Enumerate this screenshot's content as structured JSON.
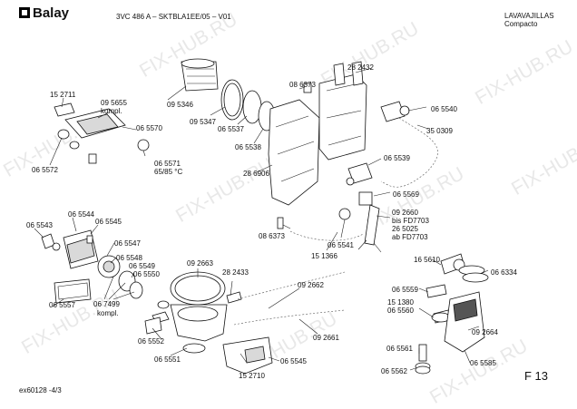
{
  "header": {
    "brand": "Balay",
    "model_line": "3VC 486 A – SKTBLA1EE/05 – V01",
    "category": "LAVAVAJILLAS",
    "subcategory": "Compacto"
  },
  "watermark": "FIX-HUB.RU",
  "footer": {
    "code": "ex60128 -4/3",
    "figure": "F 13"
  },
  "labels": {
    "p152711": "15 2711",
    "p095655": "09 5655",
    "kompl1": "kompl.",
    "p065570": "06 5570",
    "p065572": "06 5572",
    "p065571": "06 5571",
    "temp": "65/85 °C",
    "p095346": "09 5346",
    "p095347": "09 5347",
    "p065537": "06 5537",
    "p065538": "06 5538",
    "p086373a": "08 6373",
    "p282432": "28 2432",
    "p065540": "06 5540",
    "p350309": "35 0309",
    "p286906": "28 6906",
    "p065539": "06 5539",
    "p065569": "06 5569",
    "p092660": "09 2660",
    "bisFD": "bis FD7703",
    "p265025": "26 5025",
    "abFD": "ab FD7703",
    "p086373b": "08 6373",
    "p065541": "06 5541",
    "p151366": "15 1366",
    "p065543": "06 5543",
    "p065544": "06 5544",
    "p065545a": "06 5545",
    "p065547": "06 5547",
    "p065548": "06 5548",
    "p065549": "06 5549",
    "p065550": "06 5550",
    "p092663": "09 2663",
    "p282433": "28 2433",
    "p065557": "06 5557",
    "p067499": "06 7499",
    "kompl2": "kompl.",
    "p092662": "09 2662",
    "p065552": "06 5552",
    "p092661": "09 2661",
    "p065551": "06 5551",
    "p065545b": "06 5545",
    "p152710": "15 2710",
    "p165610": "16 5610",
    "p066334": "06 6334",
    "p065559": "06 5559",
    "p151380": "15 1380",
    "p065560": "06 5560",
    "p092664": "09 2664",
    "p065561": "06 5561",
    "p065585": "06 5585",
    "p065562": "06 5562"
  }
}
